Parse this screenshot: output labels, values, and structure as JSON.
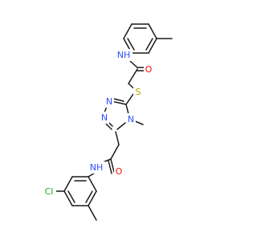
{
  "colors": {
    "bond": "#1a1a1a",
    "N": "#3050f8",
    "O": "#ff0d0d",
    "S": "#b8a000",
    "Cl": "#1fb01f"
  },
  "atoms": {
    "nh_top": "NH",
    "o_top": "O",
    "s": "S",
    "n1": "N",
    "n2": "N",
    "n4": "N",
    "o_mid": "O",
    "nh_bottom": "NH",
    "cl": "Cl"
  }
}
